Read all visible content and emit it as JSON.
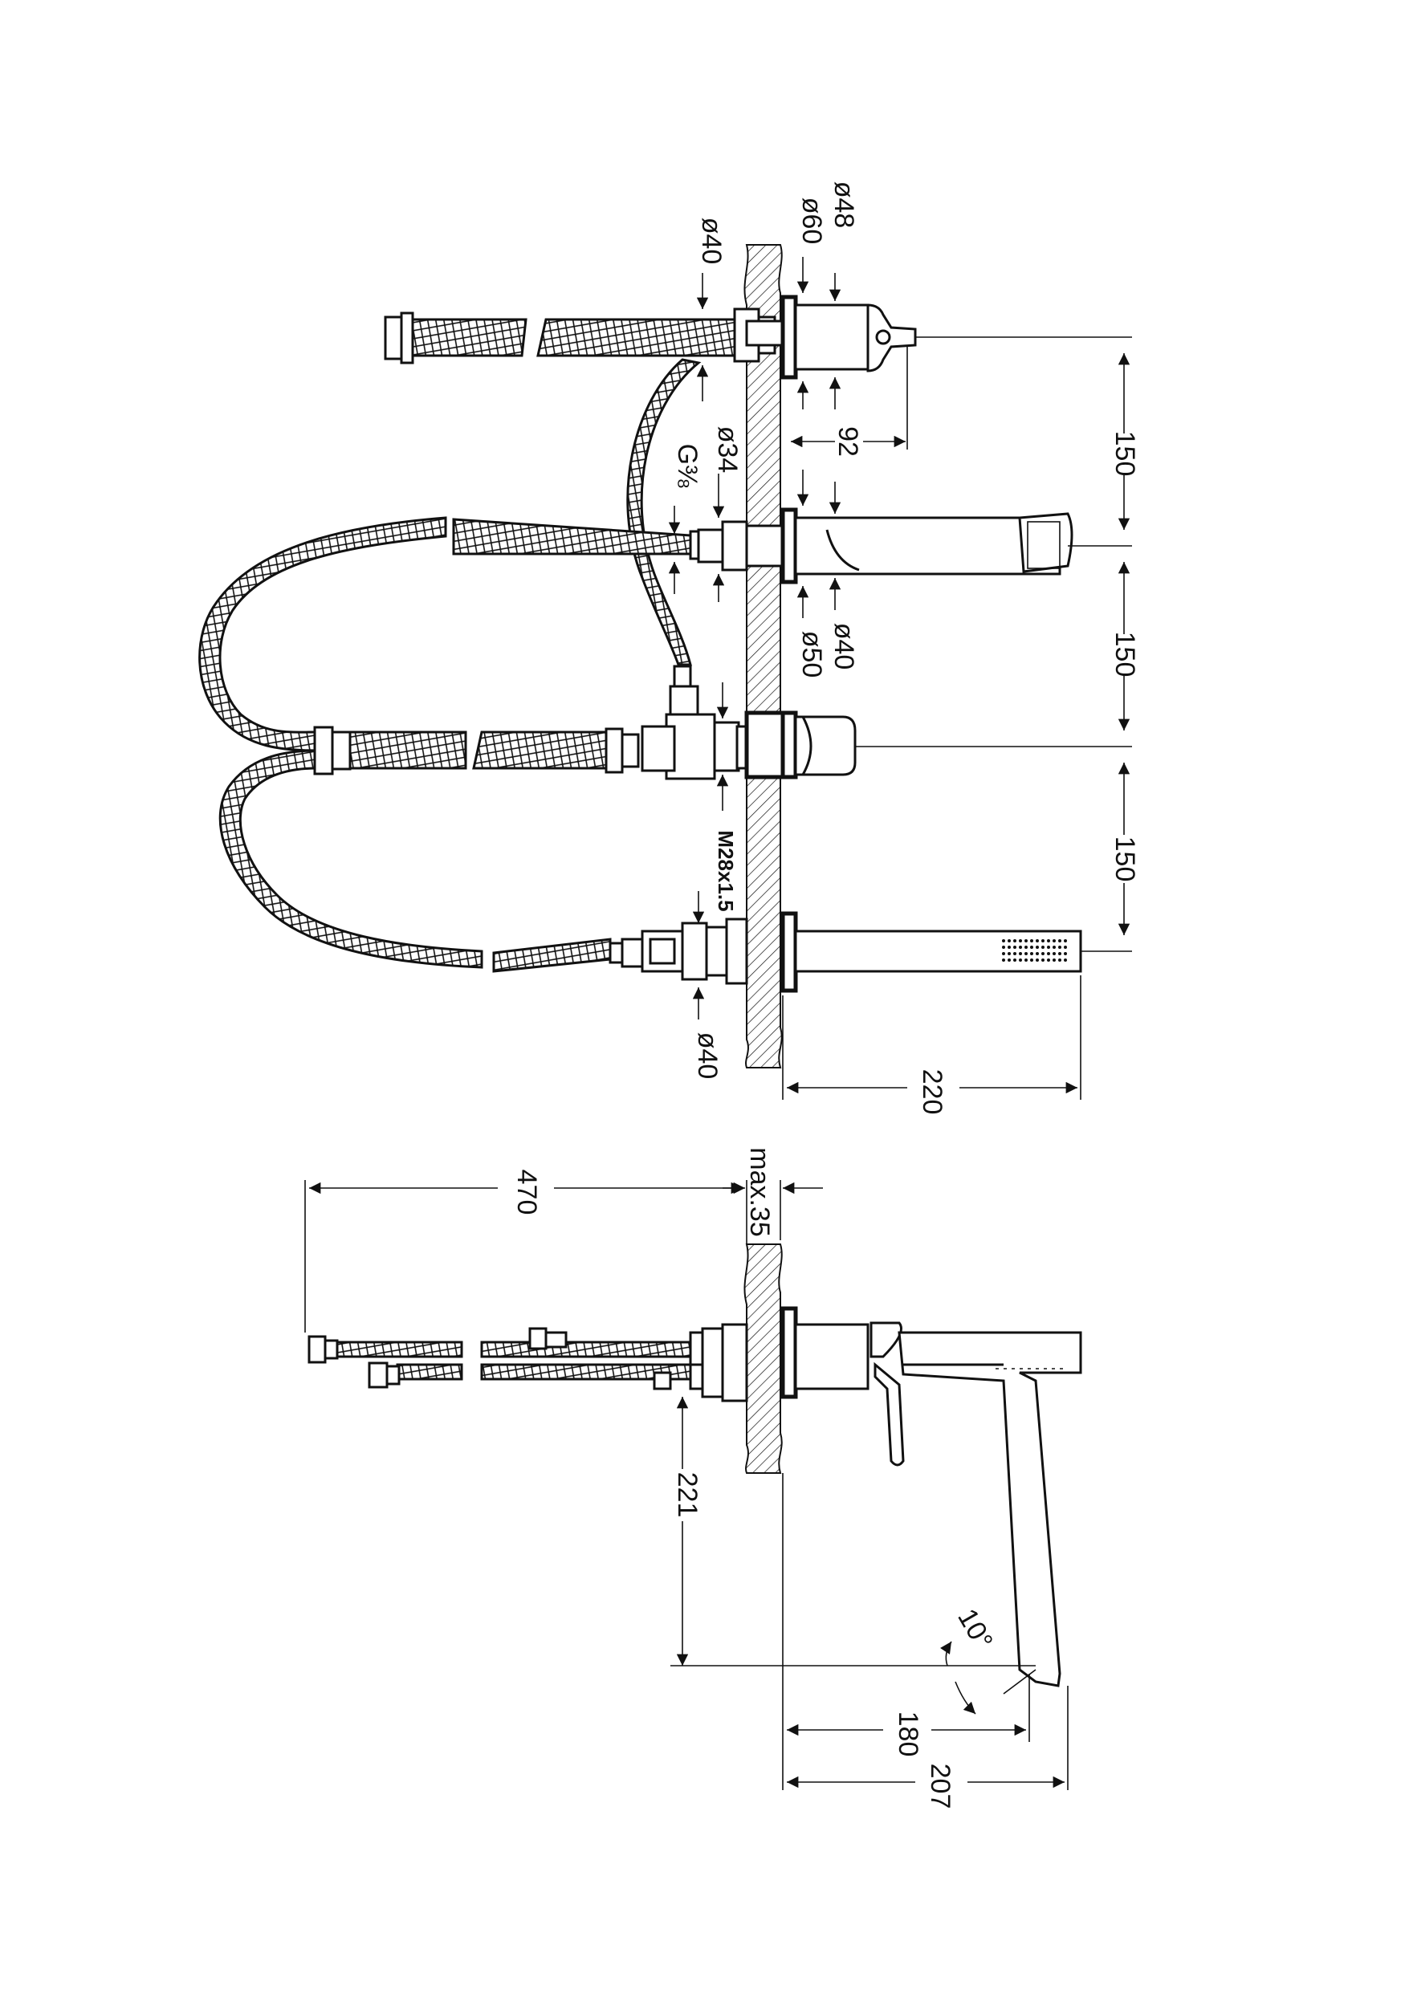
{
  "dimensions": {
    "d48": "ø48",
    "d60": "ø60",
    "d40_top": "ø40",
    "d34": "ø34",
    "g38": "G⅜",
    "d40_spout": "ø40",
    "d50": "ø50",
    "m28": "M28x1.5",
    "d40_bottom": "ø40",
    "l92": "92",
    "l150_a": "150",
    "l150_b": "150",
    "l150_c": "150",
    "l220": "220",
    "l470": "470",
    "max35": "max.35",
    "l221": "221",
    "l180": "180",
    "l207": "207",
    "angle": "10°"
  }
}
